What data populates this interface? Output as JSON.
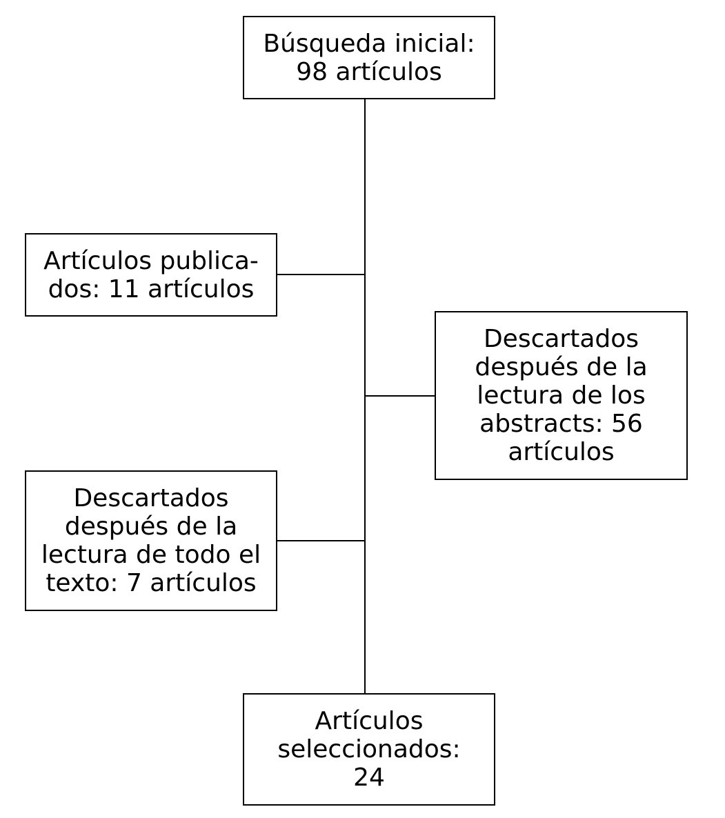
{
  "diagram": {
    "initial_search": {
      "lines": [
        "Búsqueda inicial:",
        "98 artículos"
      ]
    },
    "published": {
      "lines": [
        "Artículos publica-",
        "dos: 11 artículos"
      ]
    },
    "discarded_abstracts": {
      "lines": [
        "Descartados",
        "después de la",
        "lectura de los",
        "abstracts: 56",
        "artículos"
      ]
    },
    "discarded_fulltext": {
      "lines": [
        "Descartados",
        "después de la",
        "lectura de todo el",
        "texto: 7 artículos"
      ]
    },
    "selected": {
      "lines": [
        "Artículos",
        "seleccionados:",
        "24"
      ]
    }
  }
}
